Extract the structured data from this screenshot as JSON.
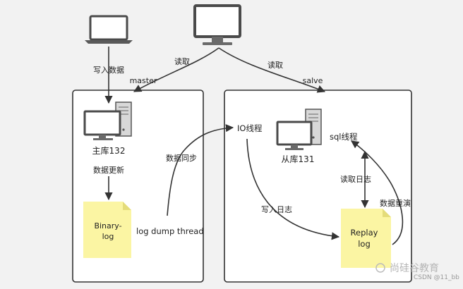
{
  "labels": {
    "write_data": "写入数据",
    "read_left": "读取",
    "read_right": "读取",
    "master": "master",
    "slave": "salve",
    "main_db": "主库132",
    "data_update": "数据更新",
    "binary_log_line1": "Binary-",
    "binary_log_line2": "log",
    "log_dump_thread": "log dump thread",
    "data_sync": "数据同步",
    "io_thread": "IO线程",
    "replica_db": "从库131",
    "sql_thread": "sql线程",
    "read_log": "读取日志",
    "data_replay": "数据重演",
    "write_log": "写入日志",
    "relay_log_line1": "Replay",
    "relay_log_line2": "log",
    "watermark_brand": "尚硅谷教育",
    "watermark_csdn": "CSDN @11_bb"
  },
  "colors": {
    "background": "#f2f2f2",
    "box_fill": "#ffffff",
    "box_stroke": "#333333",
    "note_fill": "#fbf5a3",
    "arrow": "#333333",
    "monitor_frame": "#4a4a4a"
  },
  "icons": [
    "laptop-icon",
    "desktop-monitor-icon",
    "desktop-computer-icon",
    "document-note-icon"
  ]
}
